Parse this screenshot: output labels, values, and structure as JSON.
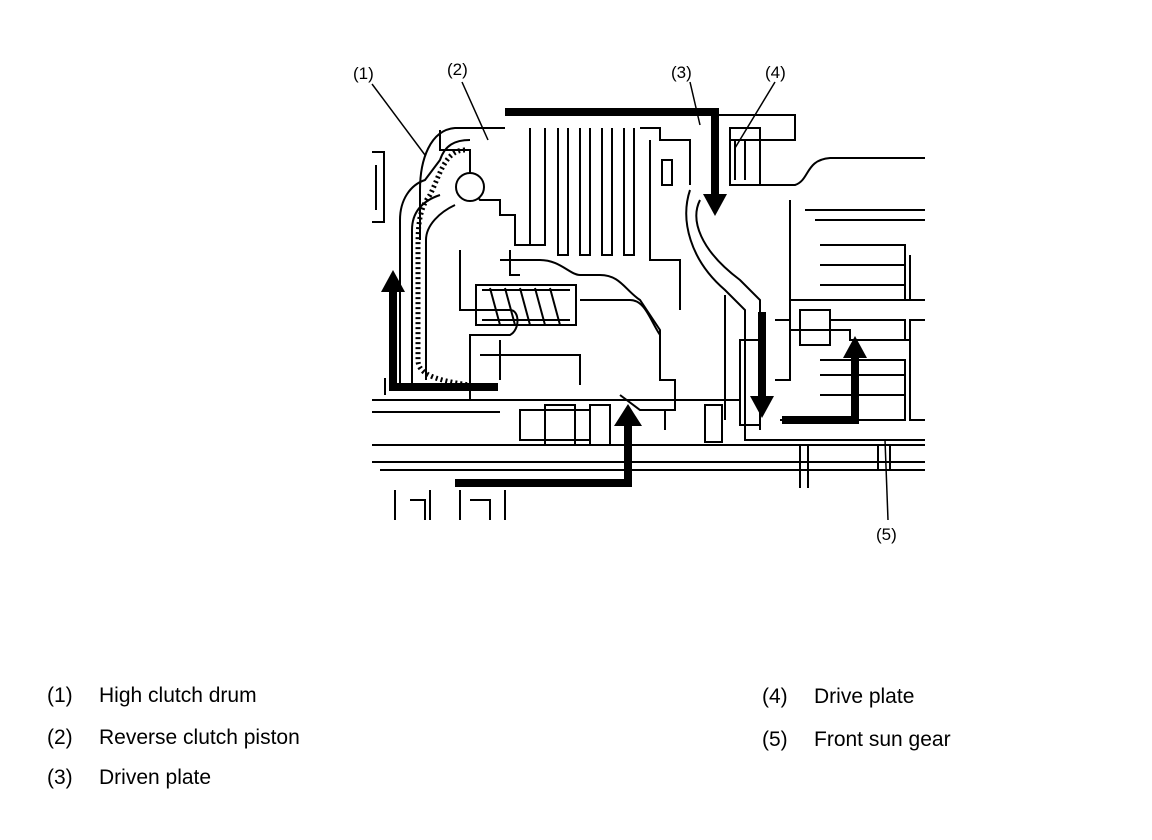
{
  "callouts": [
    {
      "num": "(1)"
    },
    {
      "num": "(2)"
    },
    {
      "num": "(3)"
    },
    {
      "num": "(4)"
    },
    {
      "num": "(5)"
    }
  ],
  "legend": [
    {
      "num": "(1)",
      "label": "High clutch drum"
    },
    {
      "num": "(2)",
      "label": "Reverse clutch piston"
    },
    {
      "num": "(3)",
      "label": "Driven plate"
    },
    {
      "num": "(4)",
      "label": "Drive plate"
    },
    {
      "num": "(5)",
      "label": "Front sun gear"
    }
  ]
}
